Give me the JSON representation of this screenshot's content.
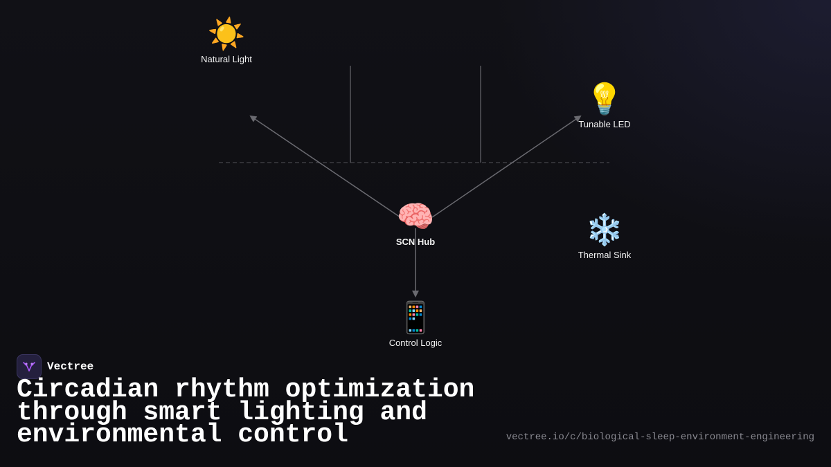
{
  "nodes": {
    "natural_light": {
      "icon": "sun-icon",
      "glyph": "☀️",
      "label": "Natural Light"
    },
    "tunable_led": {
      "icon": "light-bulb-icon",
      "glyph": "💡",
      "label": "Tunable LED"
    },
    "scn_hub": {
      "icon": "brain-icon",
      "glyph": "🧠",
      "label": "SCN Hub"
    },
    "thermal_sink": {
      "icon": "snowflake-icon",
      "glyph": "❄️",
      "label": "Thermal Sink"
    },
    "control_logic": {
      "icon": "mobile-phone-icon",
      "glyph": "📱",
      "label": "Control Logic"
    }
  },
  "edges": [
    {
      "from": "scn_hub",
      "to": "natural_light",
      "style": "solid-arrow"
    },
    {
      "from": "scn_hub",
      "to": "tunable_led",
      "style": "solid-arrow"
    },
    {
      "from": "scn_hub",
      "to": "control_logic",
      "style": "solid-arrow"
    }
  ],
  "brand": {
    "name": "Vectree",
    "logo_icon": "vectree-logo-icon"
  },
  "headline": "Circadian rhythm optimization through smart lighting and environmental control",
  "url": "vectree.io/c/biological-sleep-environment-engineering",
  "colors": {
    "background": "#111116",
    "connector": "#6a6a70",
    "logo_bg": "#24203e",
    "logo_accent": "#a855f7"
  }
}
